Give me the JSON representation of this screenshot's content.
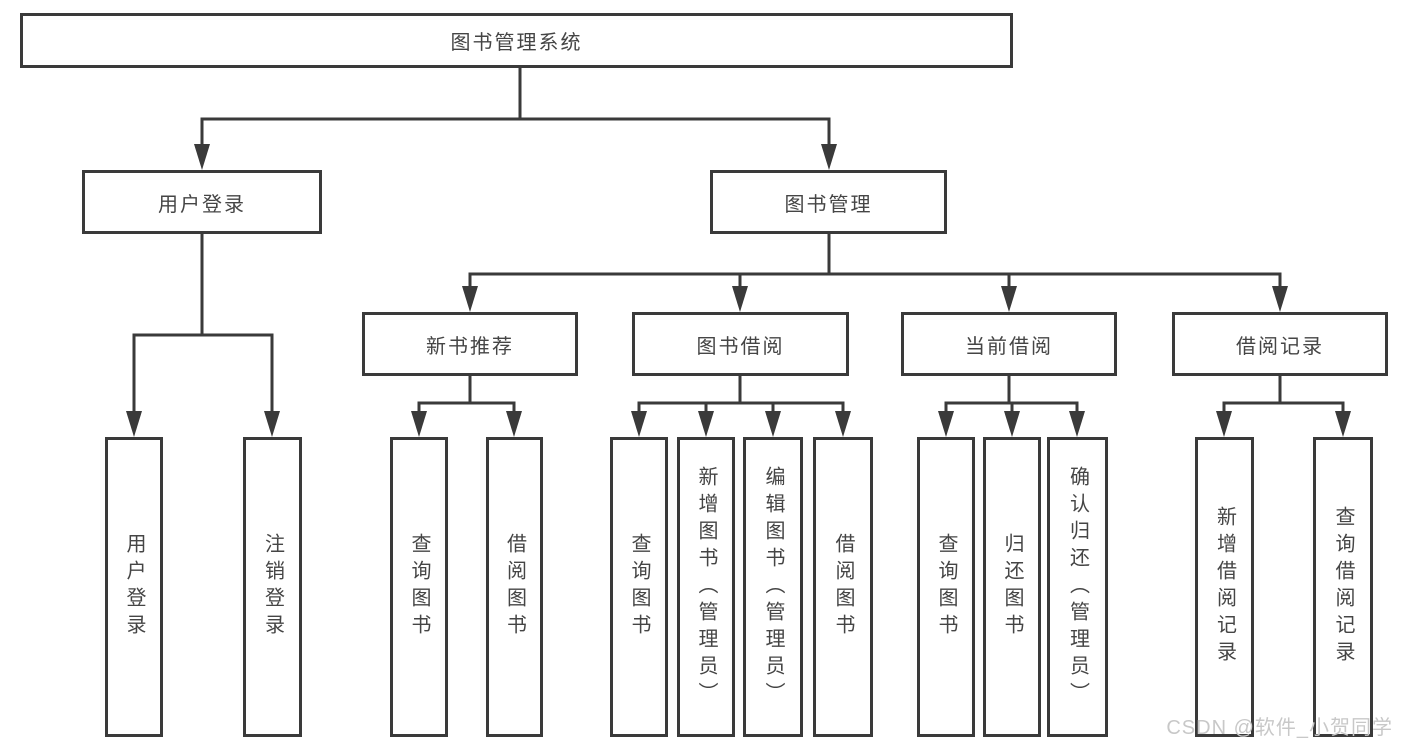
{
  "tree": {
    "root": "图书管理系统",
    "level2": [
      {
        "label": "用户登录"
      },
      {
        "label": "图书管理"
      }
    ],
    "level3": [
      {
        "label": "新书推荐"
      },
      {
        "label": "图书借阅"
      },
      {
        "label": "当前借阅"
      },
      {
        "label": "借阅记录"
      }
    ],
    "leaves": {
      "user_login": [
        "用户登录",
        "注销登录"
      ],
      "new_book_rec": [
        "查询图书",
        "借阅图书"
      ],
      "book_borrowing": [
        "查询图书",
        "新增图书（管理员）",
        "编辑图书（管理员）",
        "借阅图书"
      ],
      "current_borrowing": [
        "查询图书",
        "归还图书",
        "确认归还（管理员）"
      ],
      "borrowing_records": [
        "新增借阅记录",
        "查询借阅记录"
      ]
    }
  },
  "watermark": {
    "text": "CSDN @软件_小贺同学"
  },
  "colors": {
    "line": "#3a3a3a",
    "text": "#454545",
    "background": "#ffffff",
    "watermark": "#c8c8c8"
  }
}
